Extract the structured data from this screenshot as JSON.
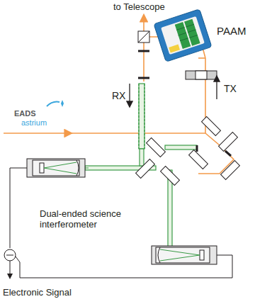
{
  "diagram": {
    "labels": [
      "to Telescope",
      "PAAM",
      "RX",
      "TX",
      "EADS",
      "astrium",
      "Dual-ended science interferometer",
      "Electronic Signal"
    ]
  }
}
